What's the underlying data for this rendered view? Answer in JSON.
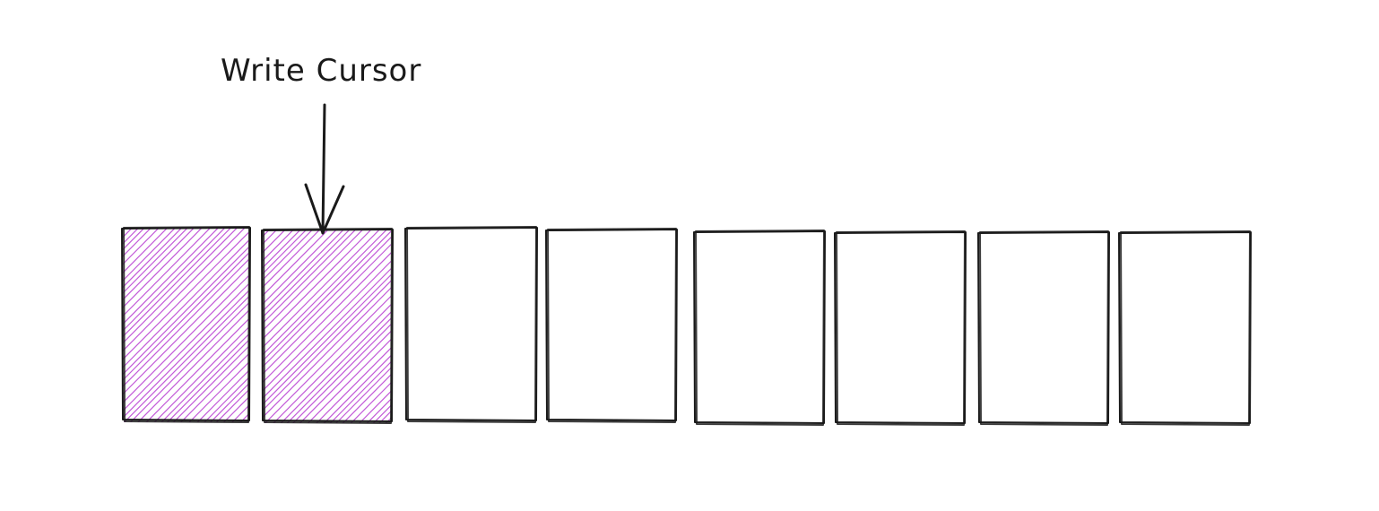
{
  "diagram": {
    "cursor_label": "Write Cursor",
    "buffer": {
      "slot_count": 8,
      "written_slots": [
        0,
        1
      ],
      "cursor_slot": 1
    },
    "colors": {
      "stroke": "#1a1a1a",
      "written_fill_hatch": "#c25ad8",
      "background": "#ffffff"
    }
  }
}
